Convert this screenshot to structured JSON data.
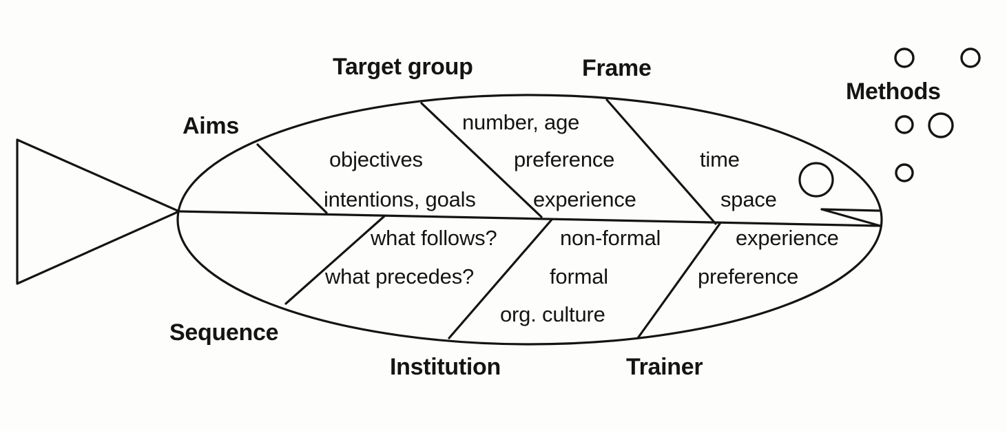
{
  "diagram": {
    "type": "fishbone-ishikawa",
    "title_visible": false,
    "line_color": "#141414",
    "background_color": "#fdfdfb",
    "text_color": "#141414"
  },
  "categories": {
    "aims": "Aims",
    "target_group": "Target group",
    "frame": "Frame",
    "methods": "Methods",
    "sequence": "Sequence",
    "institution": "Institution",
    "trainer": "Trainer"
  },
  "causes": {
    "aims": [],
    "target_group_upper_a": "objectives",
    "target_group_upper_b": "intentions, goals",
    "frame_upper_a": "number, age",
    "frame_upper_b": "preference",
    "frame_upper_c": "experience",
    "methods_upper_a": "time",
    "methods_upper_b": "space",
    "sequence_lower_a": "what follows?",
    "sequence_lower_b": "what precedes?",
    "institution_lower_a": "non-formal",
    "institution_lower_b": "formal",
    "institution_lower_c": "org. culture",
    "trainer_lower_a": "experience",
    "trainer_lower_b": "preference"
  },
  "shapes": {
    "fish_eye": "fish-eye-circle",
    "bubbles": [
      "bubble-1",
      "bubble-2",
      "bubble-3",
      "bubble-4",
      "bubble-5"
    ],
    "tail": "fish-tail-triangle",
    "body": "fish-body-ellipse",
    "spine": "fish-spine-line"
  }
}
